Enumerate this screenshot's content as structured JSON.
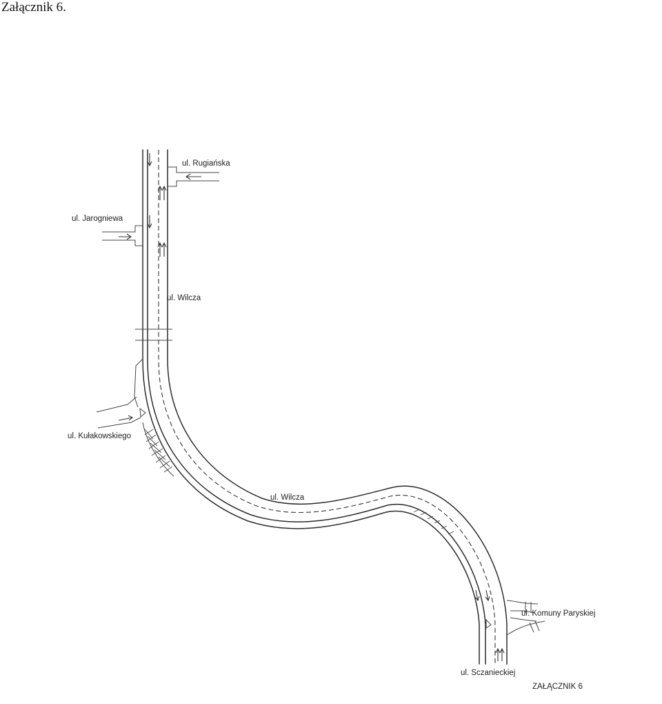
{
  "document": {
    "title": "Załącznik 6.",
    "annex_stamp": "ZAŁĄCZNIK 6"
  },
  "map": {
    "streets": {
      "rugianska": "ul. Rugiańska",
      "jarogniewa": "ul. Jarogniewa",
      "wilcza_north": "ul. Wilcza",
      "kulakowskiego": "ul. Kułakowskiego",
      "wilcza_south": "ul. Wilcza",
      "komuny_paryskiej": "ul. Komuny Paryskiej",
      "szczanieckiej": "ul. Sczanieckiej"
    }
  }
}
